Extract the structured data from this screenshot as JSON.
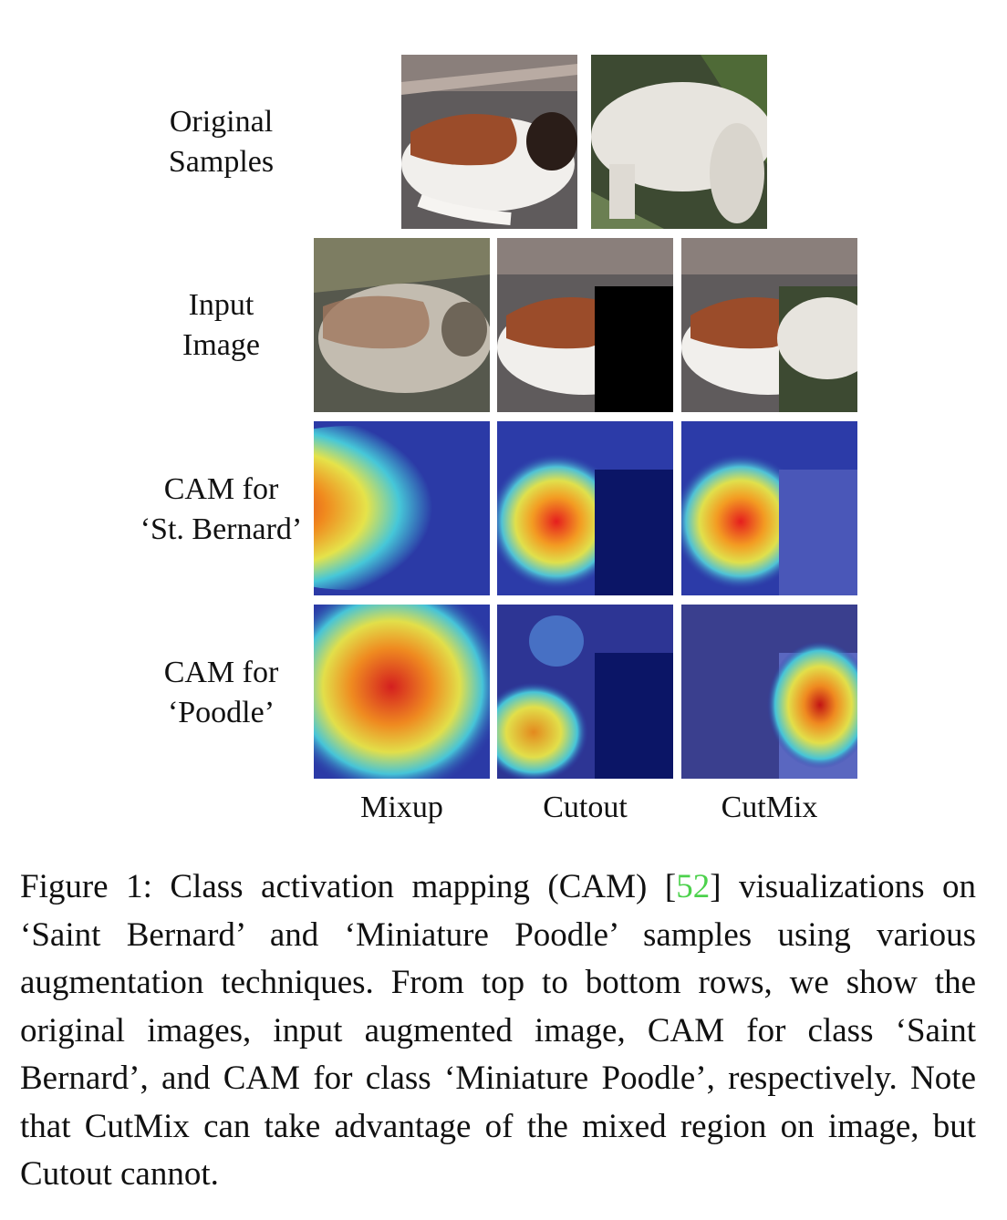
{
  "figure": {
    "rows": {
      "original": [
        "Original",
        "Samples"
      ],
      "input": [
        "Input",
        "Image"
      ],
      "cam_st_bernard": [
        "CAM for",
        "‘St. Bernard’"
      ],
      "cam_poodle": [
        "CAM for",
        "‘Poodle’"
      ]
    },
    "columns": [
      "Mixup",
      "Cutout",
      "CutMix"
    ],
    "images": {
      "original_st_bernard": "st-bernard-photo",
      "original_poodle": "poodle-photo"
    }
  },
  "caption": {
    "prefix": "Figure 1: Class activation mapping (CAM) [",
    "ref": "52",
    "suffix": "] visualizations on ‘Saint Bernard’ and ‘Miniature Poodle’ samples using various augmentation techniques. From top to bottom rows, we show the original images, input augmented image, CAM for class ‘Saint Bernard’, and CAM for class ‘Miniature Poodle’, respectively. Note that CutMix can take advantage of the mixed region on image, but Cutout cannot.",
    "ref_color": "#4cd14c"
  }
}
